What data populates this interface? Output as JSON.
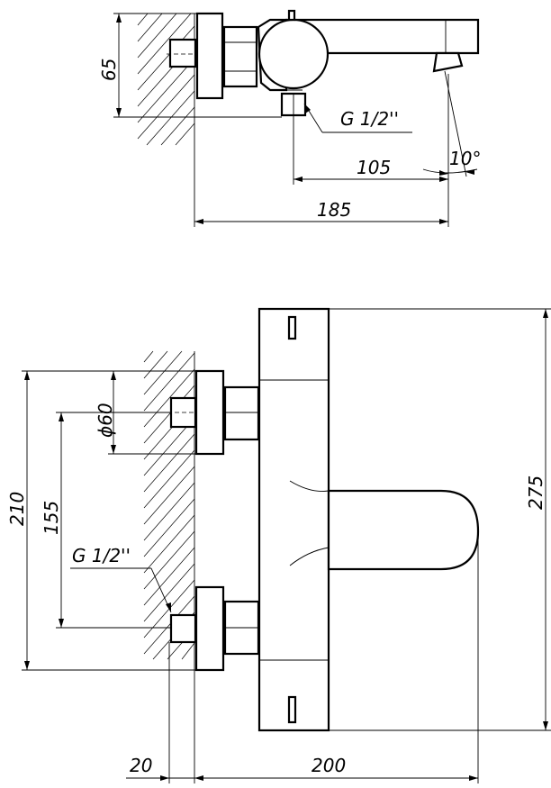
{
  "top_view": {
    "dim_height": "65",
    "thread_label": "G 1/2''",
    "dim_outlet": "105",
    "dim_depth": "185",
    "angle_label": "10°"
  },
  "front_view": {
    "dim_diameter": "ϕ60",
    "dim_spacing_outer": "210",
    "dim_spacing_inner": "155",
    "thread_label": "G 1/2''",
    "dim_height": "275",
    "dim_wall": "20",
    "dim_projection": "200"
  }
}
